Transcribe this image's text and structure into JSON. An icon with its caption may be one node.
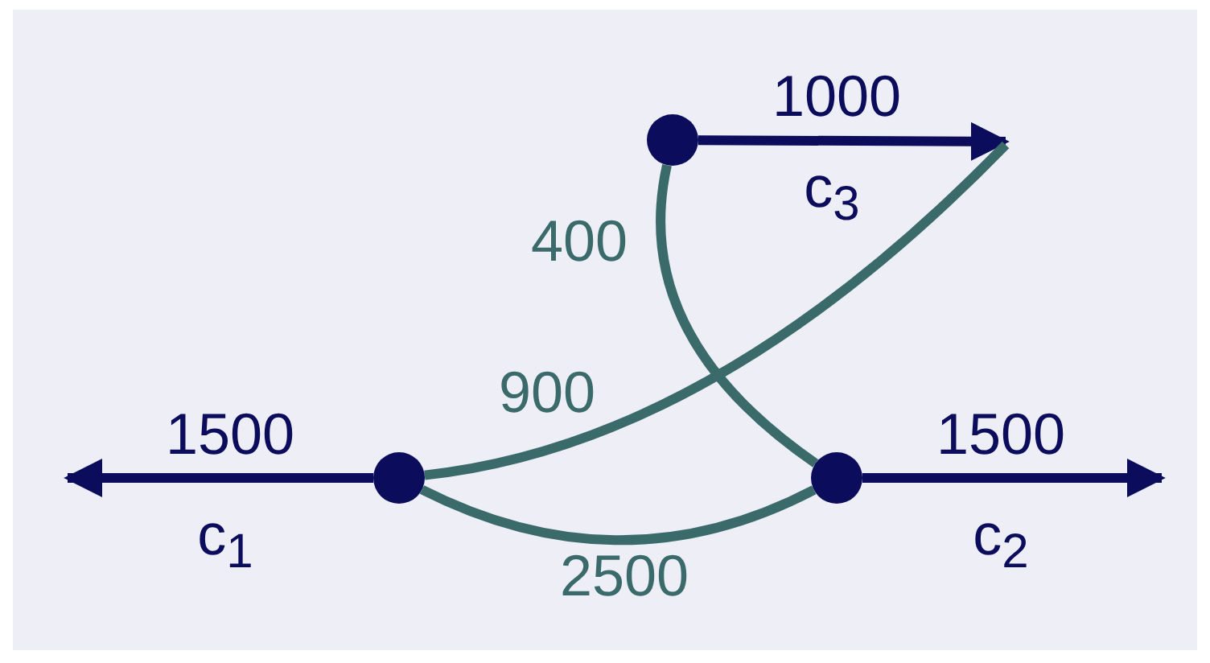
{
  "diagram": {
    "nodes": [
      {
        "text": [],
        "shape": "circle",
        "beside": [
          "c$_{1}$"
        ]
      },
      {
        "text": [],
        "shape": "circle",
        "beside": [
          "c$_{2}$"
        ]
      },
      {
        "text": [],
        "shape": "circle",
        "beside": [
          "c$_{3}$"
        ]
      }
    ],
    "edges": [
      {
        "from": 0,
        "to": null,
        "arrow": "to",
        "label": "1500",
        "color": "#0c0c5c"
      },
      {
        "from": 1,
        "to": null,
        "arrow": "to",
        "label": "1500",
        "color": "#0c0c5c"
      },
      {
        "from": 2,
        "to": null,
        "arrow": "to",
        "label": "1000",
        "color": "#0c0c5c"
      },
      {
        "from": 2,
        "to": 1,
        "arrow": "none",
        "label": "400",
        "color": "#3a6a6a"
      },
      {
        "from": 0,
        "to": null,
        "arrow": "none",
        "label": "900",
        "color": "#3a6a6a"
      },
      {
        "from": 0,
        "to": 1,
        "arrow": "none",
        "label": "2500",
        "color": "#3a6a6a"
      }
    ]
  }
}
